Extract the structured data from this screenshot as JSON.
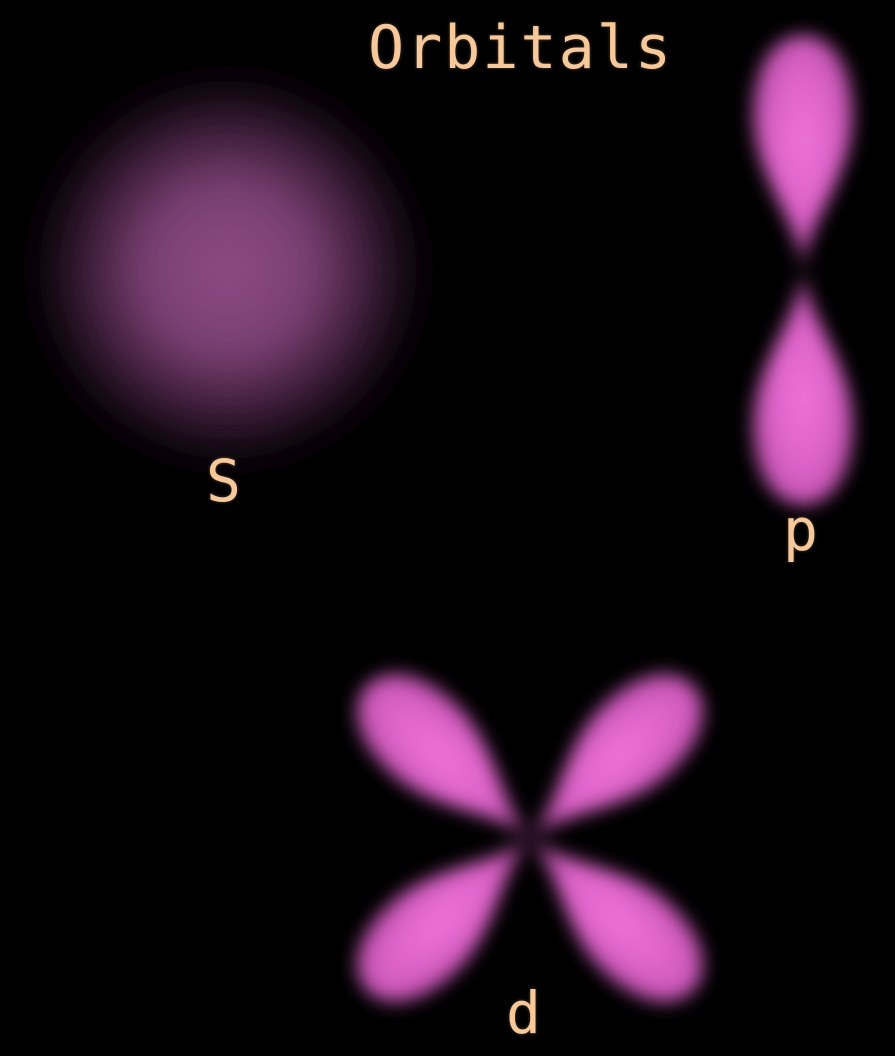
{
  "title": "Orbitals",
  "orbitals": [
    {
      "id": "s",
      "label": "S"
    },
    {
      "id": "p",
      "label": "p"
    },
    {
      "id": "d",
      "label": "d"
    }
  ],
  "colors": {
    "background": "#000000",
    "label_text": "#f6c89a",
    "s_orbital": "#8e4c86",
    "lobe": "#e46cd0"
  }
}
